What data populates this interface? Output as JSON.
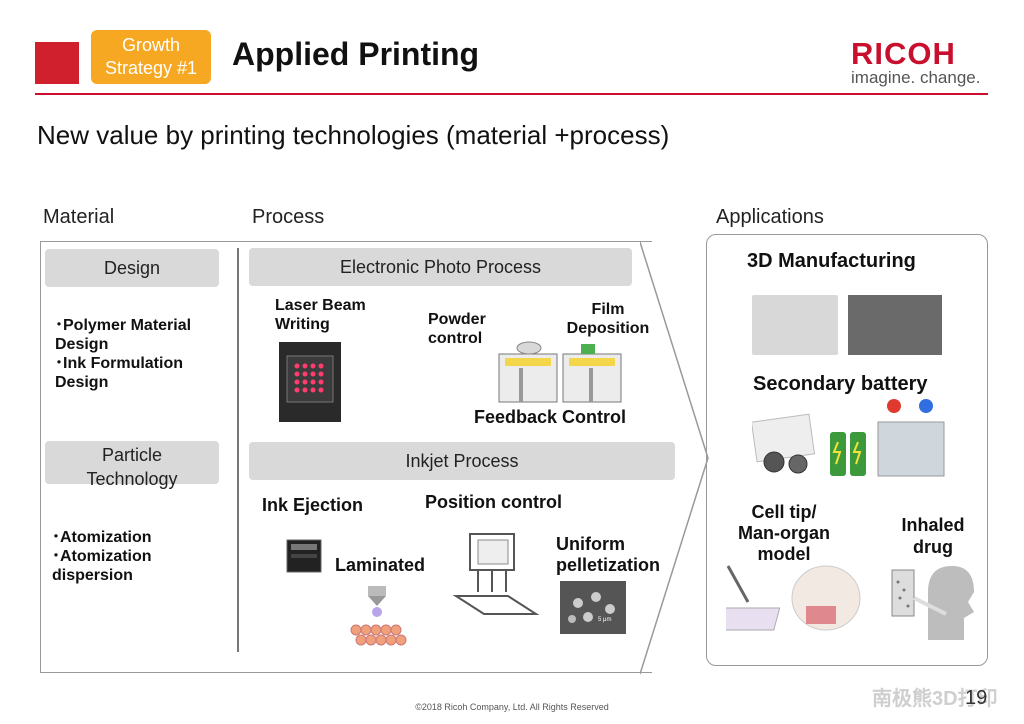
{
  "header": {
    "badge_line1": "Growth",
    "badge_line2": "Strategy #1",
    "title": "Applied Printing",
    "logo": {
      "word": "RICOH",
      "tagline": "imagine. change."
    }
  },
  "subtitle": "New value by printing technologies (material +process)",
  "columns": {
    "material": "Material",
    "process": "Process",
    "applications": "Applications"
  },
  "material": {
    "design_bar": "Design",
    "design_items": [
      "･Polymer Material",
      "Design",
      "･Ink Formulation",
      "Design"
    ],
    "particle_bar_line1": "Particle",
    "particle_bar_line2": "Technology",
    "particle_items": [
      "･Atomization",
      "･Atomization",
      "dispersion"
    ]
  },
  "process": {
    "electrophoto_bar": "Electronic Photo Process",
    "laser_line1": "Laser Beam",
    "laser_line2": "Writing",
    "powder_line1": "Powder",
    "powder_line2": "control",
    "film_line1": "Film",
    "film_line2": "Deposition",
    "feedback": "Feedback Control",
    "inkjet_bar": "Inkjet Process",
    "ink_ejection": "Ink Ejection",
    "laminated": "Laminated",
    "position_control": "Position control",
    "uniform_line1": "Uniform",
    "uniform_line2": "pelletization",
    "sem_scale": "5 μm"
  },
  "applications": {
    "manufacturing": "3D Manufacturing",
    "battery": "Secondary battery",
    "cell_line1": "Cell tip/",
    "cell_line2": "Man-organ",
    "cell_line3": "model",
    "drug_line1": "Inhaled",
    "drug_line2": "drug"
  },
  "footer": {
    "copyright": "©2018 Ricoh Company, Ltd. All Rights Reserved",
    "page": "19",
    "watermark": "南极熊3D打印"
  },
  "colors": {
    "brand_red": "#c8102e",
    "badge_orange": "#f7a823",
    "bar_grey": "#d9d9d9"
  }
}
